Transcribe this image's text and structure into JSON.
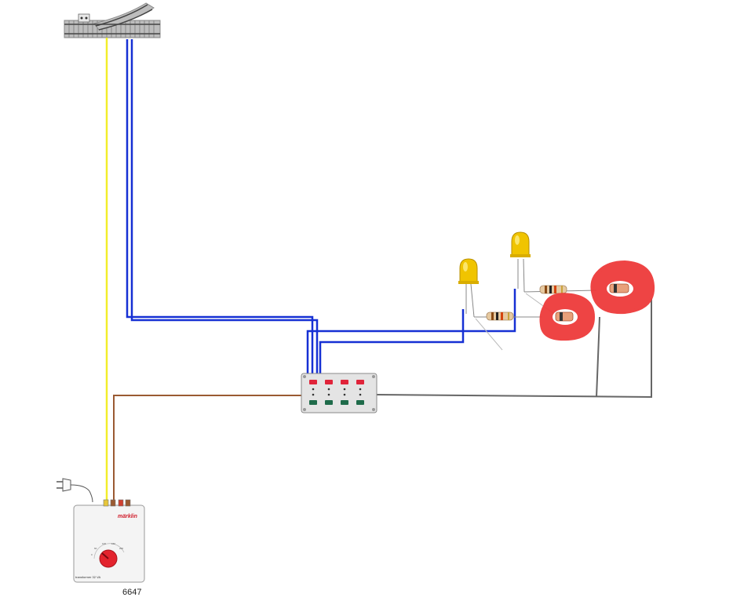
{
  "diagram": {
    "transformer": {
      "brand": "märklin",
      "model_text": "transformer 32 VA",
      "part_number": "6647",
      "dial_scale": [
        "0",
        "60",
        "100",
        "150",
        "200"
      ]
    },
    "colors": {
      "wire_yellow": "#f2ee2a",
      "wire_blue": "#1630d4",
      "wire_brown": "#9a5a32",
      "wire_gray": "#666666",
      "led_amber": "#f0c400",
      "highlight_red": "#ee3a3a",
      "switch_red": "#e0243a",
      "switch_green": "#1f6b4a"
    },
    "icons": {
      "turnout": "track-turnout-icon",
      "plug": "power-plug-icon",
      "led": "led-icon",
      "resistor": "resistor-icon",
      "diode": "diode-icon",
      "control_box": "control-box-icon"
    }
  }
}
